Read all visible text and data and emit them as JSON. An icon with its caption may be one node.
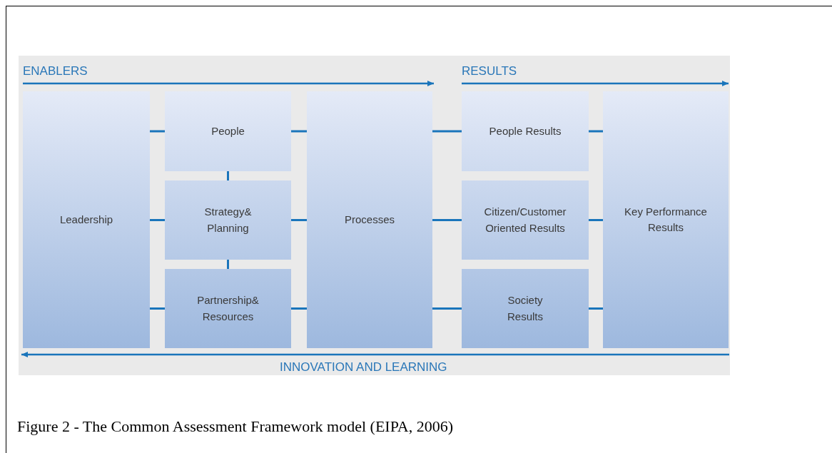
{
  "diagram": {
    "caption": "Figure 2 - The Common Assessment Framework model (EIPA, 2006)",
    "nodes": [
      {
        "text": [
          "Leadership"
        ]
      },
      {
        "text": [
          "People"
        ]
      },
      {
        "text": [
          "Strategy& Planning"
        ]
      },
      {
        "text": [
          "Partnership& Resources"
        ]
      },
      {
        "text": [
          "Processes"
        ]
      },
      {
        "text": [
          "People Results"
        ]
      },
      {
        "text": [
          "Citizen/Customer Oriented Results"
        ]
      },
      {
        "text": [
          "Society Results"
        ]
      },
      {
        "text": [
          "Key Performance Results"
        ]
      }
    ],
    "edges": [
      {
        "from": 0,
        "to": 1,
        "arrow": "none"
      },
      {
        "from": 0,
        "to": 2,
        "arrow": "none"
      },
      {
        "from": 0,
        "to": 3,
        "arrow": "none"
      },
      {
        "from": 1,
        "to": 2,
        "arrow": "none"
      },
      {
        "from": 2,
        "to": 3,
        "arrow": "none"
      },
      {
        "from": 1,
        "to": 4,
        "arrow": "none"
      },
      {
        "from": 2,
        "to": 4,
        "arrow": "none"
      },
      {
        "from": 3,
        "to": 4,
        "arrow": "none"
      },
      {
        "from": 4,
        "to": 5,
        "arrow": "none"
      },
      {
        "from": 4,
        "to": 6,
        "arrow": "none"
      },
      {
        "from": 4,
        "to": 7,
        "arrow": "none"
      },
      {
        "from": 5,
        "to": 8,
        "arrow": "none"
      },
      {
        "from": 6,
        "to": 8,
        "arrow": "none"
      },
      {
        "from": 7,
        "to": 8,
        "arrow": "none"
      }
    ],
    "labels": [
      "ENABLERS",
      "RESULTS",
      "INNOVATION AND LEARNING"
    ]
  }
}
